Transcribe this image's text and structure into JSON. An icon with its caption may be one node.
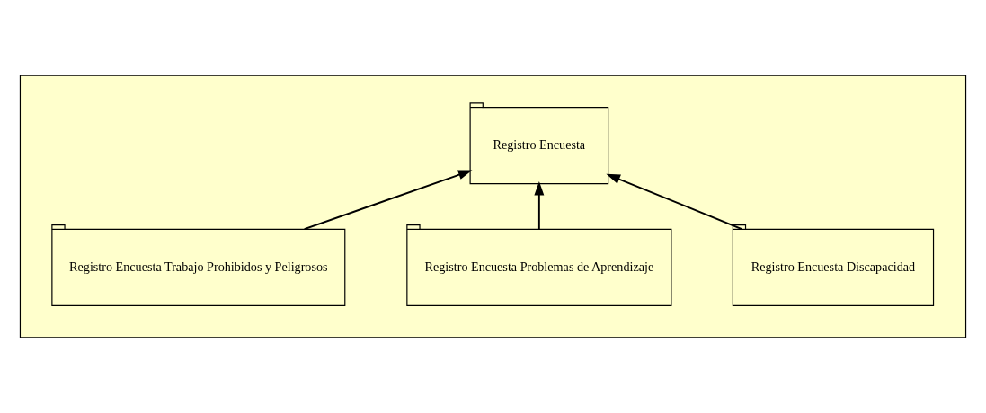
{
  "diagram": {
    "nodes": [
      {
        "text": [],
        "shape": "folder"
      },
      {
        "text": [
          "Registro Encuesta"
        ],
        "in": 0
      },
      {
        "text": [
          "Registro Encuesta Discapacidad"
        ],
        "in": 0
      },
      {
        "text": [
          "Registro Encuesta Problemas de Aprendizaje"
        ],
        "in": 0
      },
      {
        "text": [
          "Registro Encuesta Trabajo Prohibidos y Peligrosos"
        ],
        "in": 0
      }
    ],
    "edges": [
      {
        "from": 2,
        "to": 1,
        "arrow": "to"
      },
      {
        "from": 3,
        "to": 1,
        "arrow": "to"
      },
      {
        "from": 4,
        "to": 1,
        "arrow": "to"
      }
    ]
  }
}
